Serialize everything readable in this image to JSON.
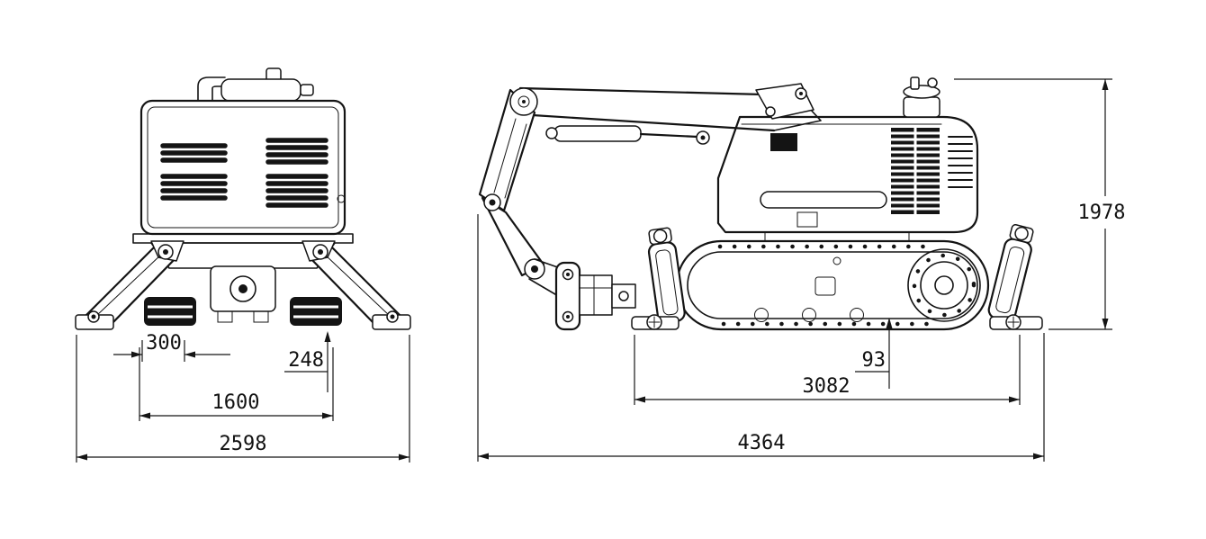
{
  "diagram": {
    "type": "technical-dimension-drawing",
    "views": {
      "front": {
        "dimensions": {
          "track_gauge": "300",
          "track_height": "248",
          "support_span": "1600",
          "overall_width": "2598"
        }
      },
      "side": {
        "dimensions": {
          "ground_clearance": "93",
          "wheelbase": "3082",
          "overall_length": "4364",
          "overall_height": "1978"
        }
      }
    }
  }
}
